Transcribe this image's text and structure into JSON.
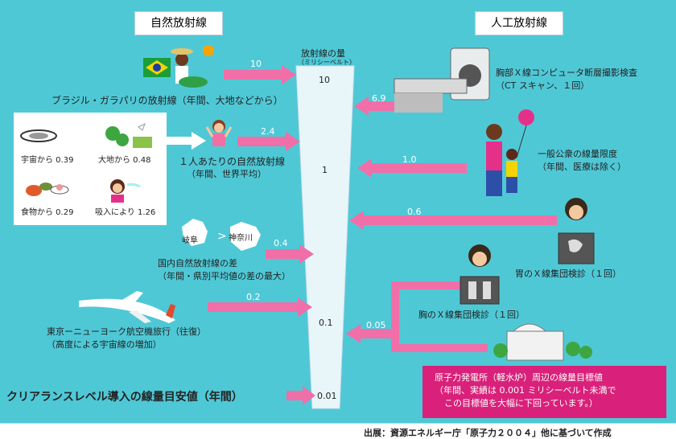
{
  "colors": {
    "background": "#4FC8D6",
    "arrow": "#F06FA8",
    "cone": "#E8F6FA",
    "panel_red": "#D9207A",
    "card": "#FFFFFF"
  },
  "headers": {
    "natural": "自然放射線",
    "artificial": "人工放射線"
  },
  "scale": {
    "title": "放射線の量",
    "unit": "（ミリシーベルト）",
    "ticks": [
      "10",
      "1",
      "0.1",
      "0.01"
    ]
  },
  "natural": {
    "brazil": {
      "value": "10",
      "label": "ブラジル・ガラパリの放射線（年間、大地などから）"
    },
    "per_person": {
      "value": "2.4",
      "label_line1": "１人あたりの自然放射線",
      "label_line2": "（年間、世界平均）",
      "sources": [
        {
          "label": "宇宙から 0.39",
          "icon": "galaxy-icon"
        },
        {
          "label": "大地から 0.48",
          "icon": "trees-icon"
        },
        {
          "label": "食物から 0.29",
          "icon": "food-icon"
        },
        {
          "label": "吸入により 1.26",
          "icon": "breathing-person-icon"
        }
      ]
    },
    "domestic": {
      "value": "0.4",
      "map_left": "岐阜",
      "map_sign": ">",
      "map_right": "神奈川",
      "label_line1": "国内自然放射線の差",
      "label_line2": "（年間・県別平均値の差の最大）"
    },
    "flight": {
      "value": "0.2",
      "label_line1": "東京ーニューヨーク航空機旅行（往復）",
      "label_line2": "（高度による宇宙線の増加）"
    },
    "clearance": {
      "value": "0.01",
      "label": "クリアランスレベル導入の線量目安値（年間）"
    }
  },
  "artificial": {
    "ct": {
      "value": "6.9",
      "label_line1": "胸部Ｘ線コンピュータ断層撮影検査",
      "label_line2": "（CT スキャン、１回）"
    },
    "public": {
      "value": "1.0",
      "label_line1": "一般公衆の線量限度",
      "label_line2": "（年間、医療は除く）"
    },
    "stomach": {
      "value": "0.6",
      "label": "胃のＸ線集団検診（１回）"
    },
    "chest": {
      "label": "胸のＸ線集団検診（１回）"
    },
    "plant": {
      "value": "0.05",
      "line1": "原子力発電所（軽水炉）周辺の線量目標値",
      "line2": "（年間、実績は 0.001 ミリシーベルト未満で",
      "line3": "この目標値を大幅に下回っています。）"
    }
  },
  "source_note": "出展：資源エネルギー庁「原子力２００４」他に基づいて作成"
}
